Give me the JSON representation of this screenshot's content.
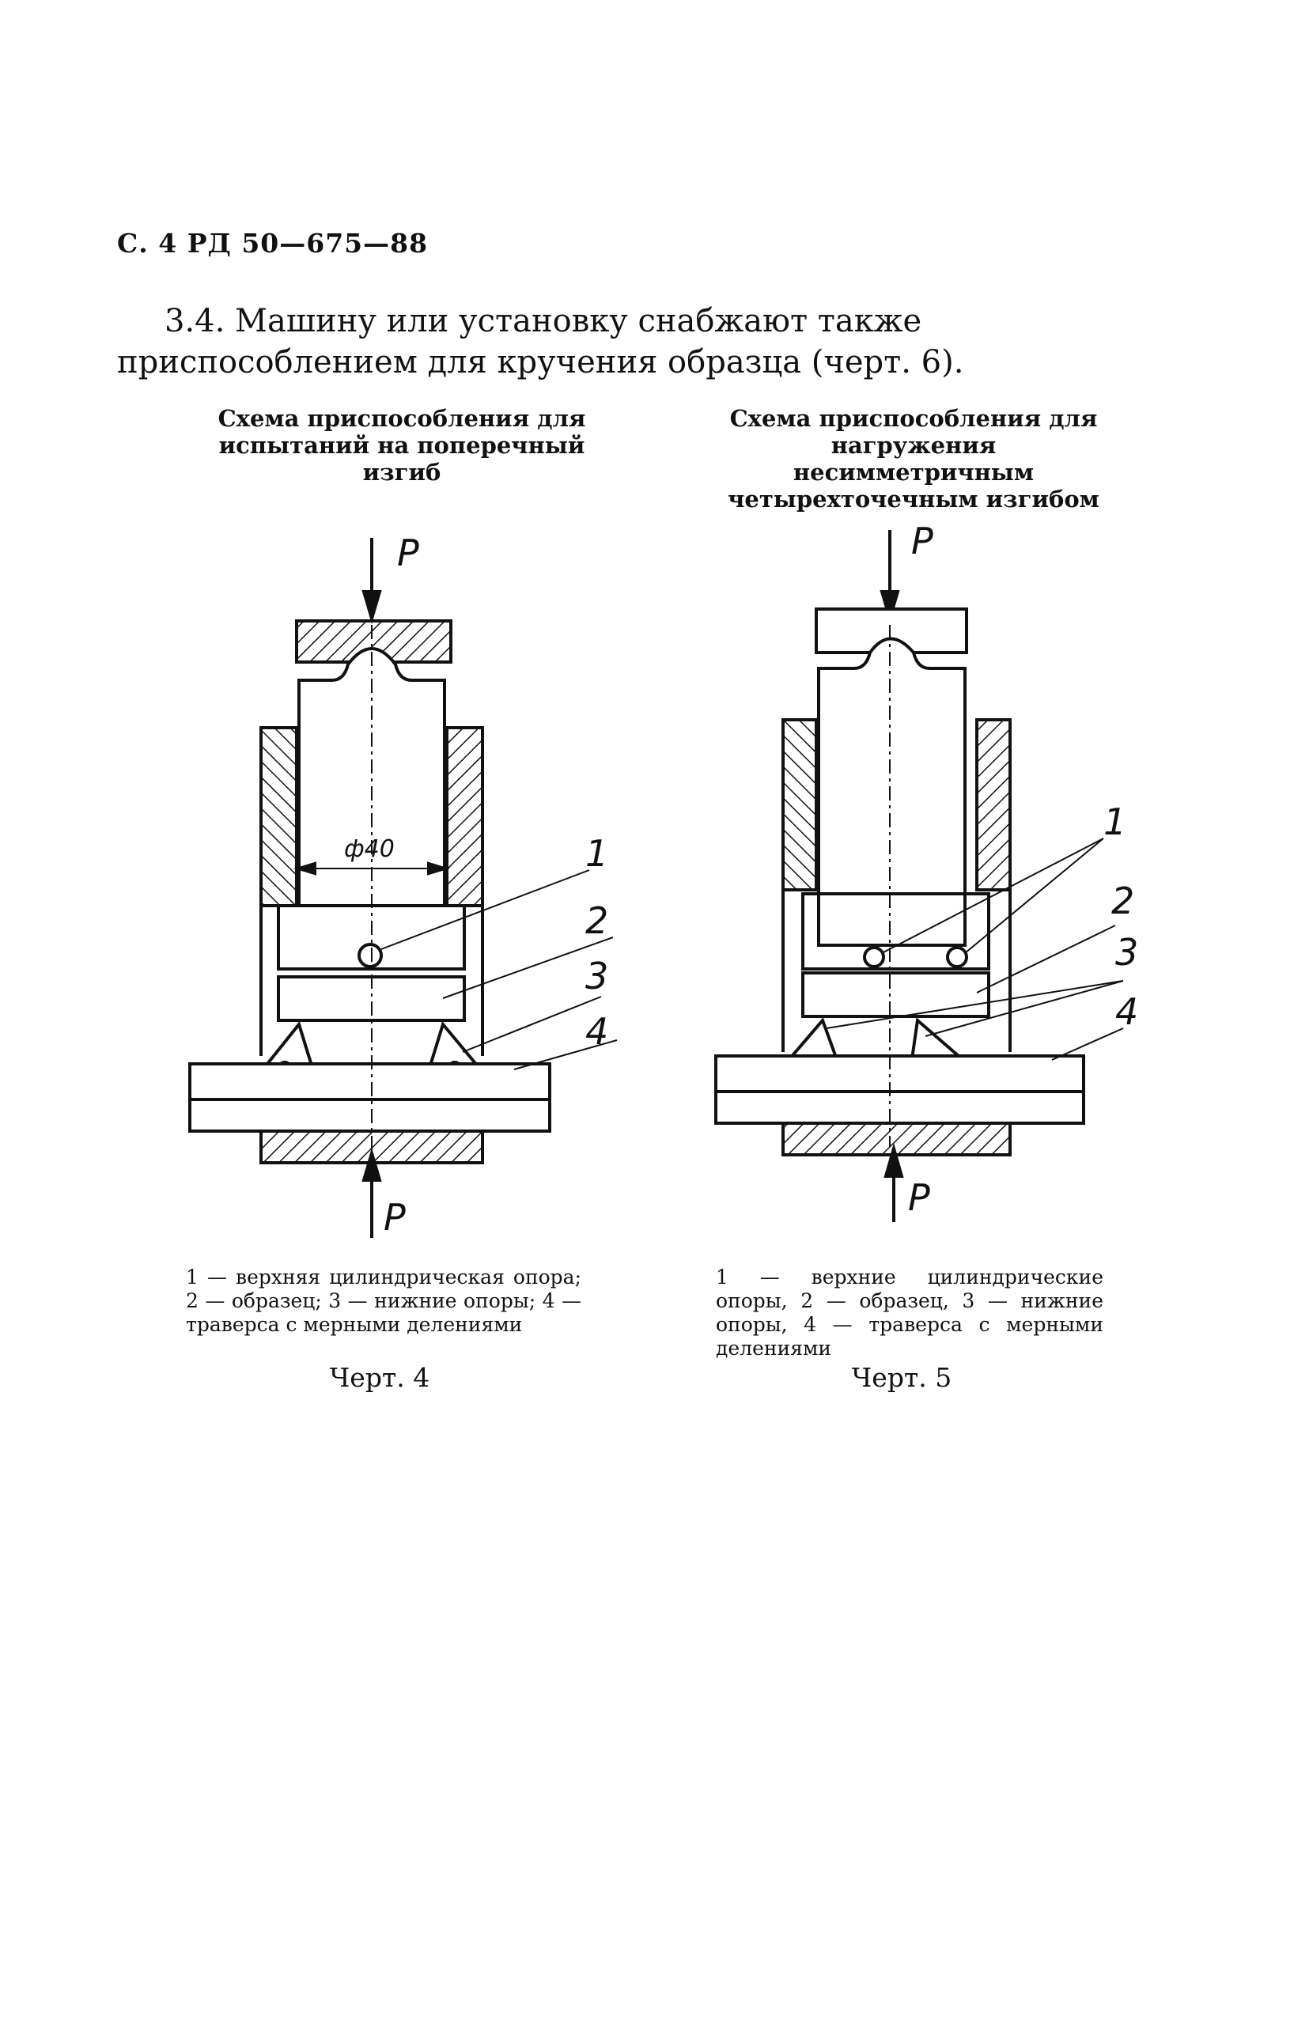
{
  "header": "С. 4 РД 50—675—88",
  "paragraph": {
    "number": "3.4.",
    "text": "Машину или установку снабжают также приспособлением для кручения образца (черт. 6)."
  },
  "figures": [
    {
      "title": "Схема приспособления для испытаний на поперечный изгиб",
      "legend": "1 — верхняя цилиндрическая опора; 2 — образец; 3 — нижние опоры; 4 — траверса с мерными делениями",
      "caption": "Черт. 4",
      "load_label": "P",
      "dimension_label": "ф40",
      "callouts": [
        "1",
        "2",
        "3",
        "4"
      ]
    },
    {
      "title": "Схема приспособления для нагружения несимметричным четырехточечным изгибом",
      "legend": "1 — верхние цилиндрические опоры, 2 — образец, 3 — нижние опоры, 4 — траверса с мерными делениями",
      "caption": "Черт. 5",
      "load_label": "P",
      "callouts": [
        "1",
        "2",
        "3",
        "4"
      ]
    }
  ]
}
